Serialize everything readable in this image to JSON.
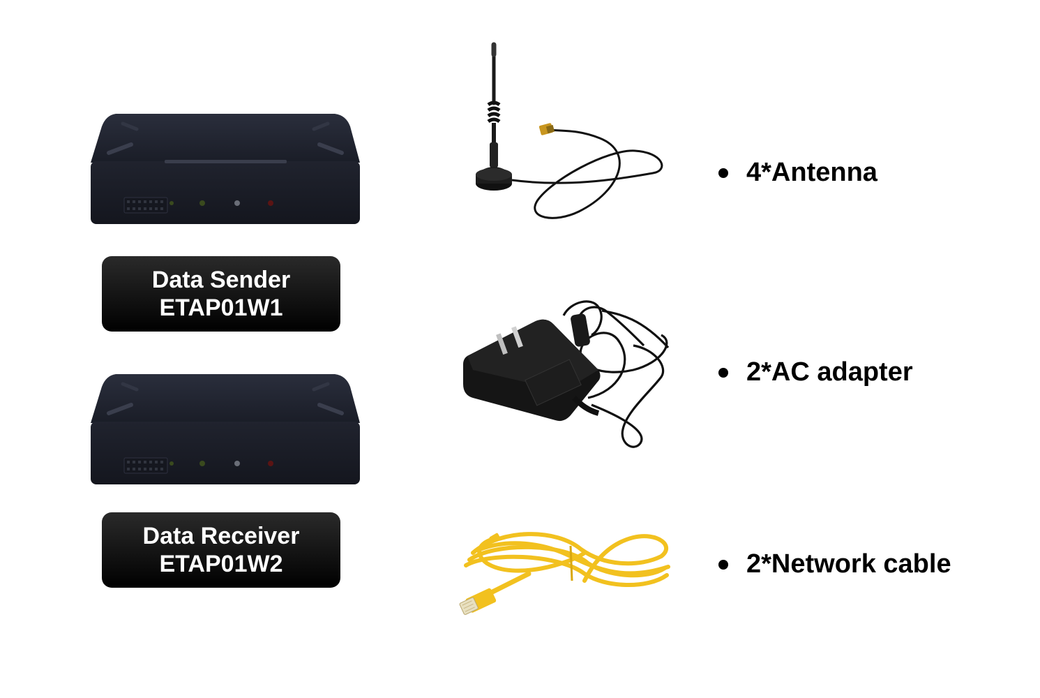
{
  "devices": [
    {
      "line1": "Data Sender",
      "line2": "ETAP01W1"
    },
    {
      "line1": "Data Receiver",
      "line2": "ETAP01W2"
    }
  ],
  "accessories": [
    {
      "label": "4*Antenna",
      "icon": "antenna-icon"
    },
    {
      "label": "2*AC adapter",
      "icon": "ac-adapter-icon"
    },
    {
      "label": "2*Network cable",
      "icon": "network-cable-icon"
    }
  ],
  "colors": {
    "device_body": "#1c1f2a",
    "badge_bg": "#111111",
    "cable_yellow": "#f2c11f",
    "led_green": "#3a4a1e",
    "led_red": "#5a1414"
  }
}
